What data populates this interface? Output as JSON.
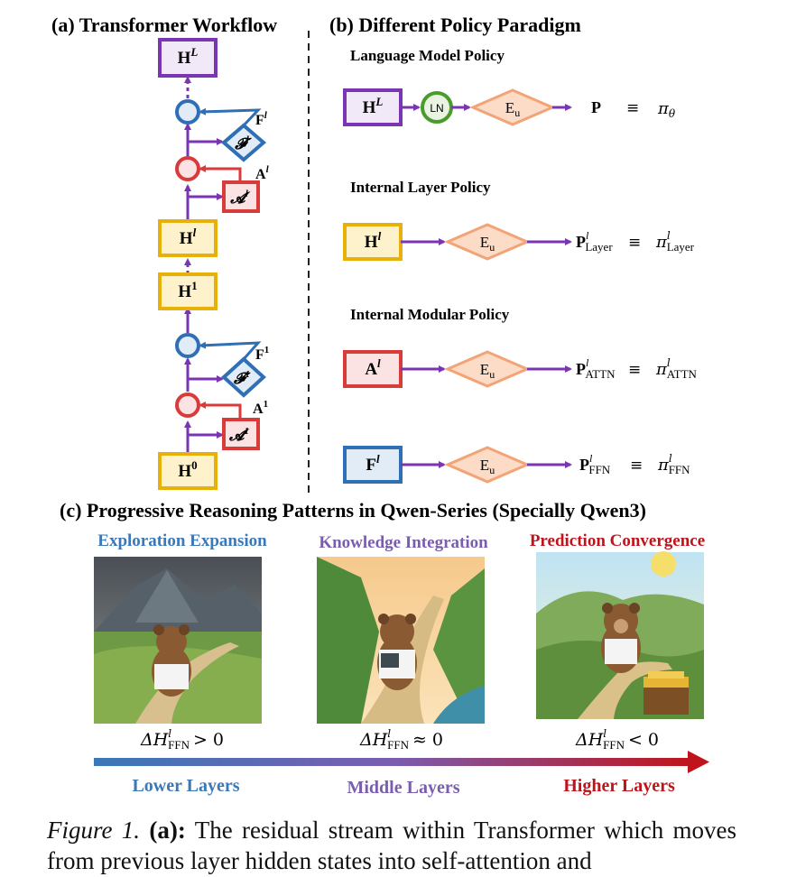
{
  "panel_a": {
    "title": "(a) Transformer Workflow",
    "nodes": {
      "h_top": "H",
      "h_top_sup": "L",
      "h_l": "H",
      "h_l_sup": "l",
      "h_1": "H",
      "h_1_sup": "1",
      "h_0": "H",
      "h_0_sup": "0",
      "ffn_l": "𝓕",
      "ffn_l_sup": "l",
      "attn_l": "𝓐",
      "attn_l_sup": "l",
      "ffn_1": "𝓕",
      "ffn_1_sup": "1",
      "attn_1": "𝓐",
      "attn_1_sup": "1"
    },
    "labels": {
      "f_l": "F",
      "f_l_sup": "l",
      "a_l": "A",
      "a_l_sup": "l",
      "f_1": "F",
      "f_1_sup": "1",
      "a_1": "A",
      "a_1_sup": "1"
    }
  },
  "panel_b": {
    "title": "(b) Different Policy Paradigm",
    "rows": [
      {
        "heading": "Language Model Policy",
        "input": "H",
        "input_sup": "L",
        "ln": "LN",
        "eu": "E",
        "eu_sub": "u",
        "out": "P",
        "equiv": "≡",
        "pi": "π",
        "pi_sub": "θ"
      },
      {
        "heading": "Internal Layer Policy",
        "input": "H",
        "input_sup": "l",
        "eu": "E",
        "eu_sub": "u",
        "out": "P",
        "out_sup": "l",
        "out_sub": "Layer",
        "equiv": "≡",
        "pi": "π",
        "pi_sup": "l",
        "pi_sub": "Layer"
      },
      {
        "heading": "Internal Modular Policy",
        "input": "A",
        "input_sup": "l",
        "eu": "E",
        "eu_sub": "u",
        "out": "P",
        "out_sup": "l",
        "out_sub": "ATTN",
        "equiv": "≡",
        "pi": "π",
        "pi_sup": "l",
        "pi_sub": "ATTN"
      },
      {
        "input": "F",
        "input_sup": "l",
        "eu": "E",
        "eu_sub": "u",
        "out": "P",
        "out_sup": "l",
        "out_sub": "FFN",
        "equiv": "≡",
        "pi": "π",
        "pi_sup": "l",
        "pi_sub": "FFN"
      }
    ]
  },
  "panel_c": {
    "title": "(c) Progressive Reasoning Patterns in Qwen-Series (Specially Qwen3)",
    "stages": [
      {
        "label": "Exploration Expansion",
        "delta": "ΔH",
        "delta_sup": "l",
        "delta_sub": "FFN",
        "relation": "> 0",
        "layer": "Lower Layers"
      },
      {
        "label": "Knowledge Integration",
        "delta": "ΔH",
        "delta_sup": "l",
        "delta_sub": "FFN",
        "relation": "≈ 0",
        "layer": "Middle Layers"
      },
      {
        "label": "Prediction Convergence",
        "delta": "ΔH",
        "delta_sup": "l",
        "delta_sub": "FFN",
        "relation": "< 0",
        "layer": "Higher Layers"
      }
    ]
  },
  "caption": {
    "fig_label": "Figure 1.",
    "bold_part": "(a):",
    "text": "The residual stream within Transformer which moves from previous layer hidden states into self-attention and"
  },
  "colors": {
    "purple": "#7a35b3",
    "purple_fill": "#f1e8f8",
    "yellow": "#e8b10a",
    "yellow_fill": "#fdf2cc",
    "red": "#d93a3a",
    "red_fill": "#fbe3e3",
    "blue": "#2f6fb5",
    "blue_fill": "#e2ecf7",
    "orange": "#f2a477",
    "orange_fill": "#fcdcc6",
    "green": "#4a9a2c",
    "green_fill": "#e9f3e2",
    "exploration": "#3a78b8",
    "integration": "#7a5db0",
    "convergence": "#c0141c"
  }
}
